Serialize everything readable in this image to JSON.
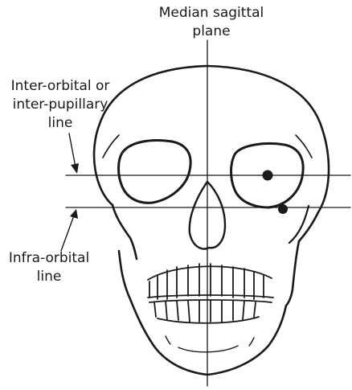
{
  "labels": {
    "median_sagittal": [
      "Median sagittal",
      "plane"
    ],
    "inter_orbital": [
      "Inter-orbital or",
      "inter-pupillary",
      "line"
    ],
    "infra_orbital": [
      "Infra-orbital",
      "line"
    ]
  },
  "colors": {
    "line": "#1a1a1a",
    "background": "#ffffff"
  }
}
